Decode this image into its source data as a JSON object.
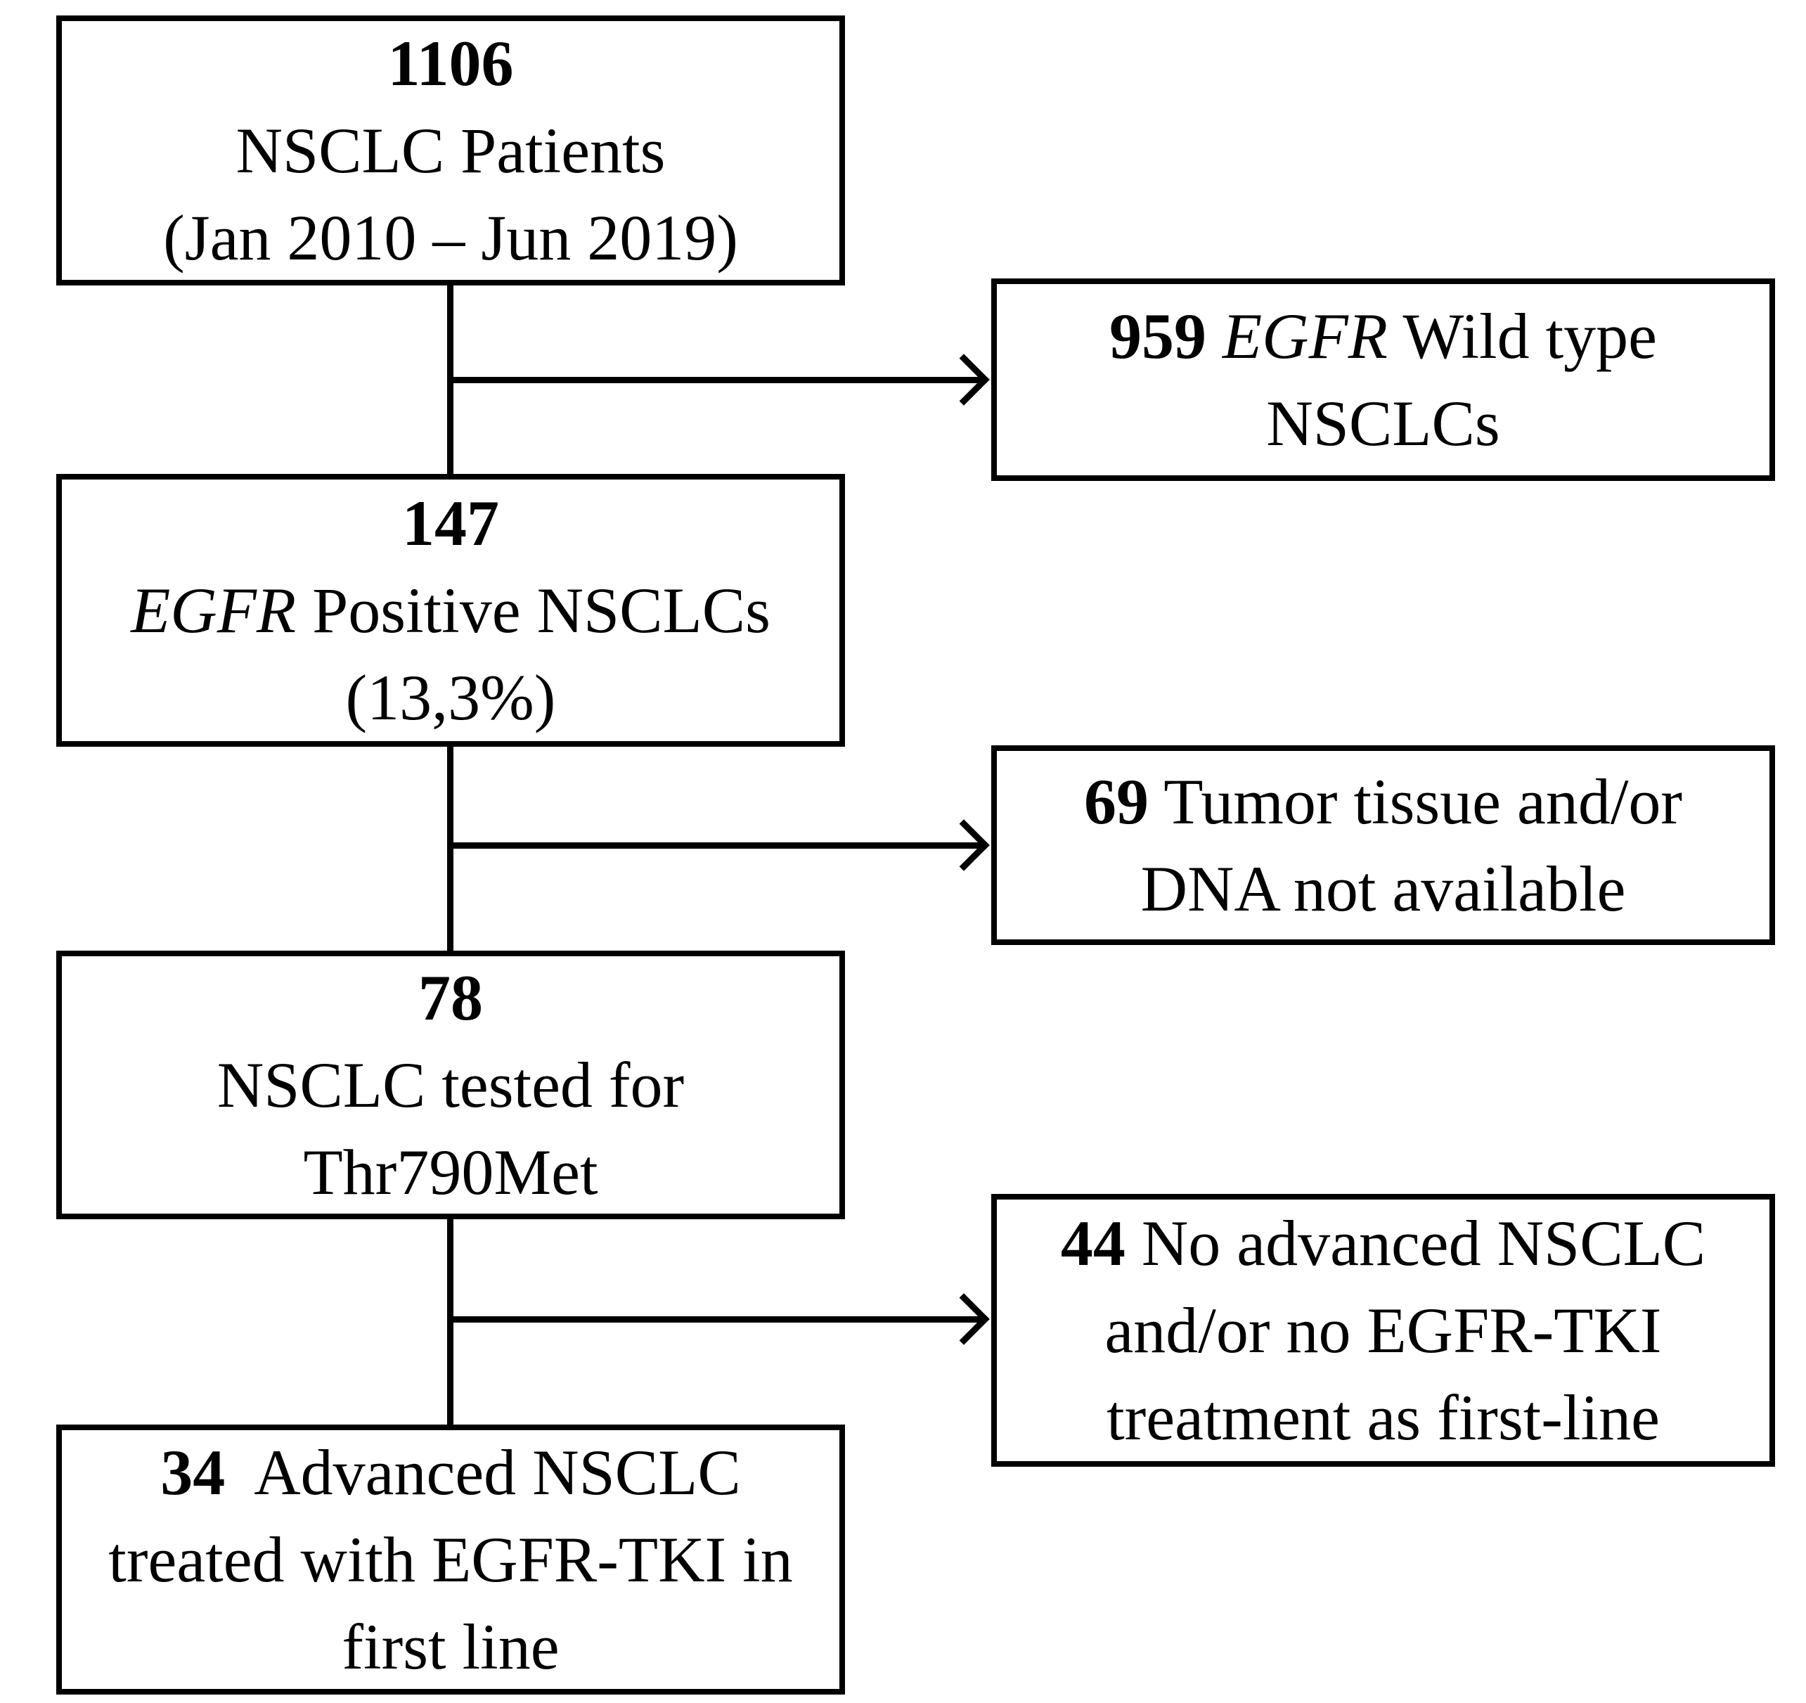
{
  "canvas": {
    "background": "#ffffff",
    "line_color": "#000000",
    "text_color": "#000000"
  },
  "main_flow": [
    {
      "id": "nsclc-patients",
      "lines": [
        [
          {
            "text": "1106"
          }
        ],
        [
          {
            "text": "NSCLC Patients"
          }
        ],
        [
          {
            "text": "(Jan 2010 – Jun 2019)"
          }
        ]
      ]
    },
    {
      "id": "egfr-positive-nsclcs",
      "lines": [
        [
          {
            "text": "147"
          }
        ],
        [
          {
            "text": "EGFR"
          },
          {
            "text": " Positive NSCLCs"
          }
        ],
        [
          {
            "text": "(13,3%)"
          }
        ]
      ]
    },
    {
      "id": "nsclc-tested-thr790met",
      "lines": [
        [
          {
            "text": "78"
          }
        ],
        [
          {
            "text": "NSCLC tested for"
          }
        ],
        [
          {
            "text": "Thr790Met"
          }
        ]
      ]
    },
    {
      "id": "advanced-nsclc-egfr-tki-first-line",
      "lines": [
        [
          {
            "text": "34"
          },
          {
            "text": "  Advanced NSCLC"
          }
        ],
        [
          {
            "text": "treated with EGFR-TKI in"
          }
        ],
        [
          {
            "text": "first line"
          }
        ]
      ]
    }
  ],
  "exclusions": [
    {
      "id": "egfr-wild-type-nsclcs",
      "lines": [
        [
          {
            "text": "959"
          },
          {
            "text": " EGFR"
          },
          {
            "text": " Wild type"
          }
        ],
        [
          {
            "text": "NSCLCs"
          }
        ]
      ]
    },
    {
      "id": "tumor-tissue-dna-not-available",
      "lines": [
        [
          {
            "text": "69"
          },
          {
            "text": " Tumor tissue and/or"
          }
        ],
        [
          {
            "text": "DNA not available"
          }
        ]
      ]
    },
    {
      "id": "no-advanced-nsclc-no-egfr-tki",
      "lines": [
        [
          {
            "text": "44"
          },
          {
            "text": " No advanced NSCLC"
          }
        ],
        [
          {
            "text": "and/or no EGFR-TKI"
          }
        ],
        [
          {
            "text": "treatment as first-line"
          }
        ]
      ]
    }
  ]
}
